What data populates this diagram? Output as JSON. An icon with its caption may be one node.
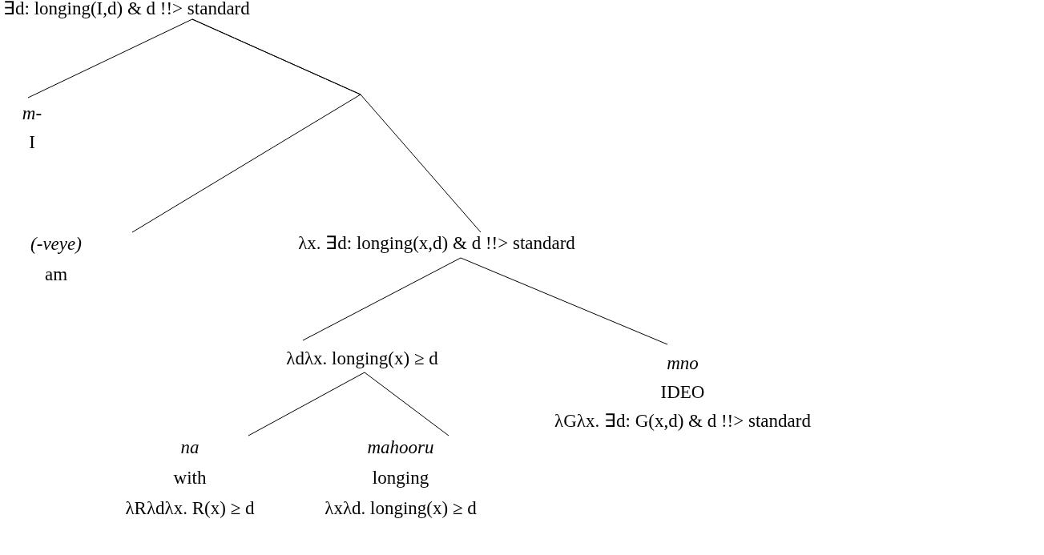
{
  "diagram": {
    "nodes": [
      {
        "text": [
          "∃d: longing(I,d) & d !!> standard"
        ]
      },
      {
        "text": [
          "m-",
          "I"
        ]
      },
      {
        "text": [
          "(-veye)",
          "am"
        ]
      },
      {
        "text": [
          "λx. ∃d: longing(x,d) & d !!> standard"
        ]
      },
      {
        "text": [
          "λdλx. longing(x) ≥ d"
        ]
      },
      {
        "text": [
          "mno",
          "IDEO",
          "λGλx. ∃d: G(x,d) & d !!> standard"
        ]
      },
      {
        "text": [
          "na",
          "with",
          "λRλdλx. R(x) ≥ d"
        ]
      },
      {
        "text": [
          "mahooru",
          "longing",
          "λxλd. longing(x) ≥ d"
        ]
      }
    ],
    "edges": [
      {
        "from": 0,
        "to": 1,
        "arrow": "none"
      },
      {
        "from": 0,
        "to": 2,
        "arrow": "none"
      },
      {
        "from": 0,
        "to": 3,
        "arrow": "none"
      },
      {
        "from": 3,
        "to": 4,
        "arrow": "none"
      },
      {
        "from": 3,
        "to": 5,
        "arrow": "none"
      },
      {
        "from": 4,
        "to": 6,
        "arrow": "none"
      },
      {
        "from": 4,
        "to": 7,
        "arrow": "none"
      }
    ]
  }
}
